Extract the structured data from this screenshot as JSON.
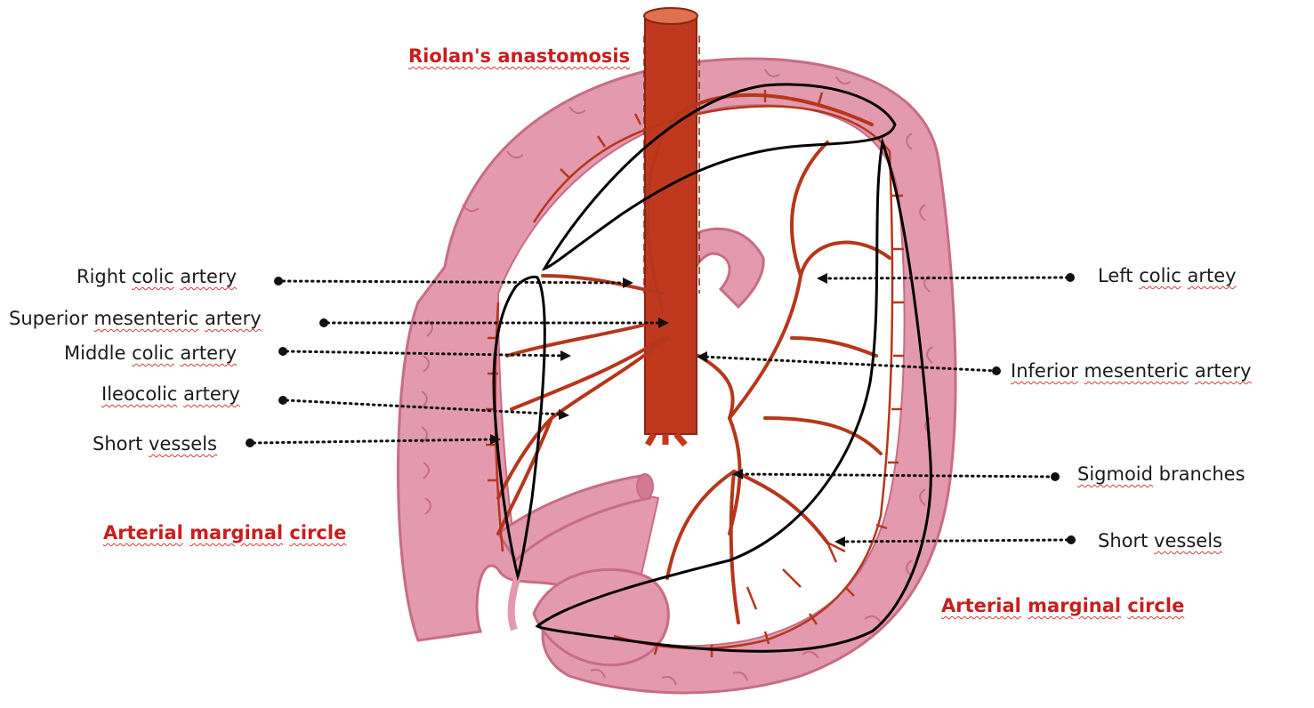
{
  "title": "Riolan's anastomosis",
  "callouts_left": [
    {
      "words": [
        "Right",
        "colic",
        "artery"
      ],
      "underlined": [
        false,
        true,
        true
      ]
    },
    {
      "words": [
        "Superior",
        "mesenteric",
        "artery"
      ],
      "underlined": [
        false,
        true,
        true
      ]
    },
    {
      "words": [
        "Middle",
        "colic",
        "artery"
      ],
      "underlined": [
        false,
        true,
        true
      ]
    },
    {
      "words": [
        "Ileocolic",
        "artery"
      ],
      "underlined": [
        true,
        true
      ]
    },
    {
      "words": [
        "Short",
        "vessels"
      ],
      "underlined": [
        false,
        true
      ]
    }
  ],
  "callouts_right": [
    {
      "words": [
        "Left",
        "colic",
        "artey"
      ],
      "underlined": [
        false,
        true,
        true
      ]
    },
    {
      "words": [
        "Inferior",
        "mesenteric",
        "artery"
      ],
      "underlined": [
        true,
        true,
        true
      ]
    },
    {
      "words": [
        "Sigmoid",
        "branches"
      ],
      "underlined": [
        true,
        false
      ]
    },
    {
      "words": [
        "Short",
        "vessels"
      ],
      "underlined": [
        false,
        true
      ]
    }
  ],
  "highlights": {
    "left_circle": {
      "words": [
        "Arterial",
        "marginal",
        "circle"
      ]
    },
    "right_circle": {
      "words": [
        "Arterial",
        "marginal",
        "circle"
      ]
    }
  },
  "colors": {
    "colon_fill": "#e39aae",
    "colon_haustra": "#c86c86",
    "artery": "#b5371c",
    "aorta": "#c0391e",
    "outline": "#000000",
    "highlight_text": "#c81e1e",
    "label_text": "#1a1a1a"
  }
}
